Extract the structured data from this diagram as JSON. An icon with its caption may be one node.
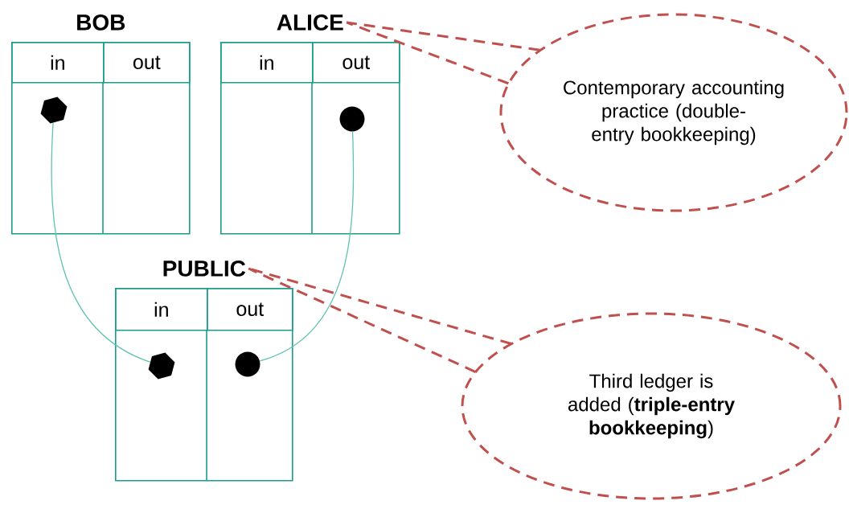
{
  "diagram": {
    "nodes": [
      {
        "text": [
          "BOB"
        ]
      },
      {
        "text": [
          "in"
        ],
        "in": 0
      },
      {
        "text": [
          "out"
        ],
        "in": 0
      },
      {
        "text": [],
        "shape": "hexagon",
        "in": 0
      },
      {
        "text": [
          "ALICE"
        ]
      },
      {
        "text": [
          "in"
        ],
        "in": 4
      },
      {
        "text": [
          "out"
        ],
        "in": 4
      },
      {
        "text": [],
        "shape": "circle",
        "in": 4
      },
      {
        "text": [
          "PUBLIC"
        ]
      },
      {
        "text": [
          "in"
        ],
        "in": 8
      },
      {
        "text": [
          "out"
        ],
        "in": 8
      },
      {
        "text": [],
        "shape": "hexagon",
        "in": 8
      },
      {
        "text": [],
        "shape": "circle",
        "in": 8
      },
      {
        "text": [
          "Contemporary accounting practice (double-entry bookkeeping)"
        ]
      },
      {
        "text": [
          "Third ledger is added (**triple-entry bookkeeping**)"
        ]
      }
    ],
    "edges": [
      {
        "from": 3,
        "to": 11,
        "arrow": "none",
        "color": "#5fc2b2"
      },
      {
        "from": 7,
        "to": 12,
        "arrow": "none",
        "color": "#5fc2b2"
      },
      {
        "from": 13,
        "to": 4,
        "arrow": "none",
        "style": "dashed",
        "color": "#c0504d"
      },
      {
        "from": 14,
        "to": 8,
        "arrow": "none",
        "style": "dashed",
        "color": "#c0504d"
      }
    ]
  }
}
